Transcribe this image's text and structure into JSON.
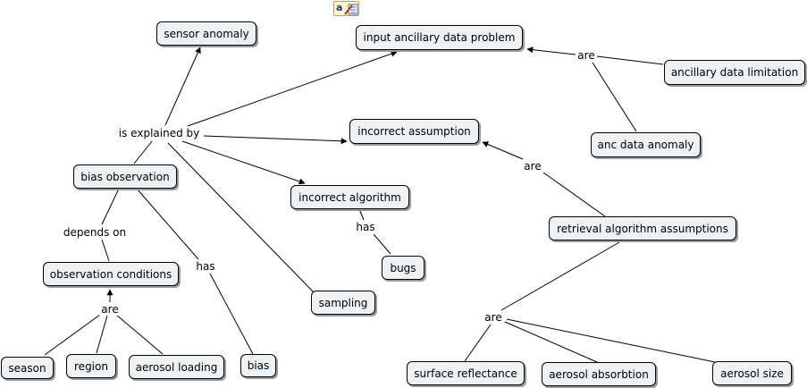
{
  "concepts": {
    "sensor_anomaly": "sensor anomaly",
    "input_ancillary": "input ancillary data problem",
    "ancillary_limitation": "ancillary data limitation",
    "incorrect_assumption": "incorrect assumption",
    "anc_data_anomaly": "anc data anomaly",
    "bias_observation": "bias observation",
    "incorrect_algorithm": "incorrect algorithm",
    "retrieval_assumptions": "retrieval algorithm assumptions",
    "observation_conditions": "observation conditions",
    "bugs": "bugs",
    "sampling": "sampling",
    "season": "season",
    "region": "region",
    "aerosol_loading": "aerosol loading",
    "bias": "bias",
    "surface_reflectance": "surface reflectance",
    "aerosol_absorbtion": "aerosol absorbtion",
    "aerosol_size": "aerosol size"
  },
  "links": {
    "is_explained_by": "is explained by",
    "are_ancillary": "are",
    "are_assumptions": "are",
    "depends_on": "depends on",
    "has_bias": "has",
    "has_bugs": "has",
    "are_conditions": "are",
    "are_retrieval": "are"
  },
  "toolbar": {
    "icon": "text-edit-icon"
  },
  "colors": {
    "concept_fill": "#eef2f4",
    "border": "#000000",
    "shadow": "#9a9a9a"
  }
}
